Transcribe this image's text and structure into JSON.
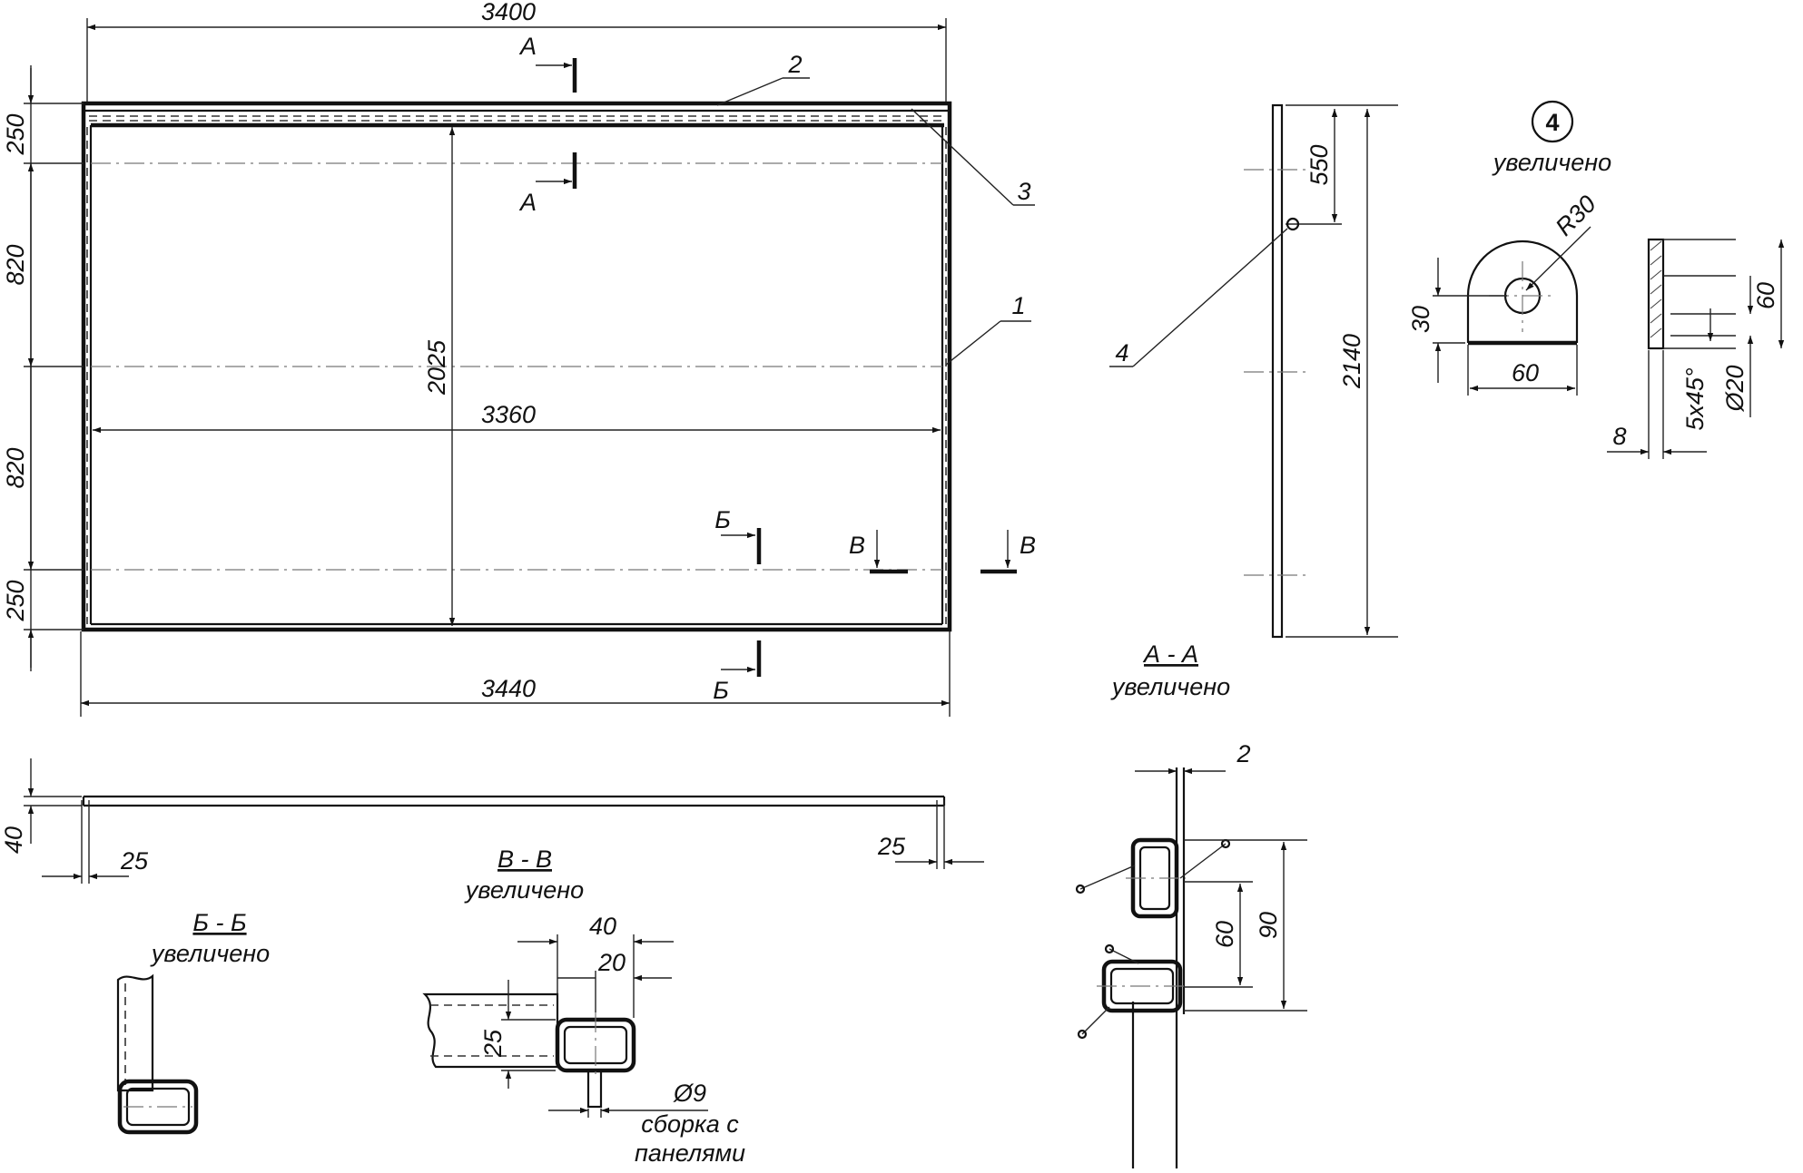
{
  "dims": {
    "top_width": "3400",
    "bottom_width": "3440",
    "inner_width": "3360",
    "inner_height": "2025",
    "left_250_top": "250",
    "left_820_a": "820",
    "left_820_b": "820",
    "left_250_bottom": "250",
    "side_height": "2140",
    "side_550": "550",
    "profile_40": "40",
    "offset_25_left": "25",
    "offset_25_right": "25"
  },
  "callouts": {
    "c1": "1",
    "c2": "2",
    "c3": "3",
    "c4": "4"
  },
  "sections": {
    "a_top": "А",
    "a_bottom": "А",
    "b_top": "Б",
    "b_bottom": "Б",
    "v_left": "В",
    "v_right": "В"
  },
  "detail4": {
    "marker": "4",
    "caption": "увеличено",
    "r30": "R30",
    "d30": "30",
    "d60_width": "60",
    "d60_height": "60",
    "d20": "Ø20",
    "chamfer": "5x45°",
    "d8": "8"
  },
  "section_aa": {
    "title": "А - А",
    "caption": "увеличено",
    "d2": "2",
    "d60": "60",
    "d90": "90"
  },
  "section_bb": {
    "title": "Б - Б",
    "caption": "увеличено"
  },
  "section_vv": {
    "title": "В - В",
    "caption": "увеличено",
    "d40": "40",
    "d20": "20",
    "d25": "25",
    "d9": "Ø9",
    "note1": "сборка с",
    "note2": "панелями"
  }
}
